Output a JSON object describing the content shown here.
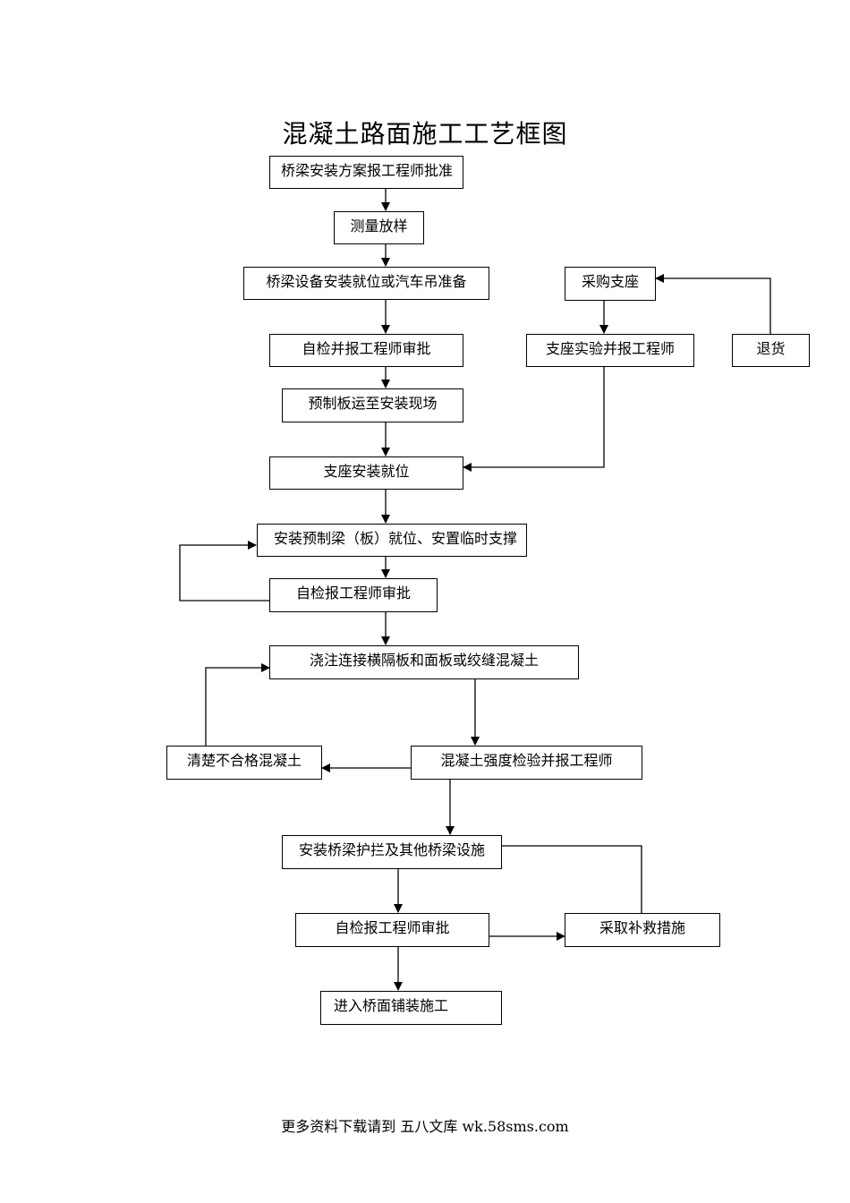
{
  "title": "混凝土路面施工工艺框图",
  "boxes": {
    "b1": "桥梁安装方案报工程师批准",
    "b2": "测量放样",
    "b3": "桥梁设备安装就位或汽车吊准备",
    "b4": "自检并报工程师审批",
    "b5": "预制板运至安装现场",
    "b6": "支座安装就位",
    "b7": "安装预制梁（板）就位、安置临时支撑",
    "b8": "自检报工程师审批",
    "b9": "浇注连接横隔板和面板或绞缝混凝土",
    "b10": "混凝土强度检验并报工程师",
    "b11": "清楚不合格混凝土",
    "b12": "安装桥梁护拦及其他桥梁设施",
    "b13": "自检报工程师审批",
    "b14": "采取补救措施",
    "b15": "进入桥面铺装施工",
    "r1": "采购支座",
    "r2": "支座实验并报工程师",
    "r3": "退货"
  },
  "footer": "更多资料下载请到 五八文库 wk.58sms.com"
}
